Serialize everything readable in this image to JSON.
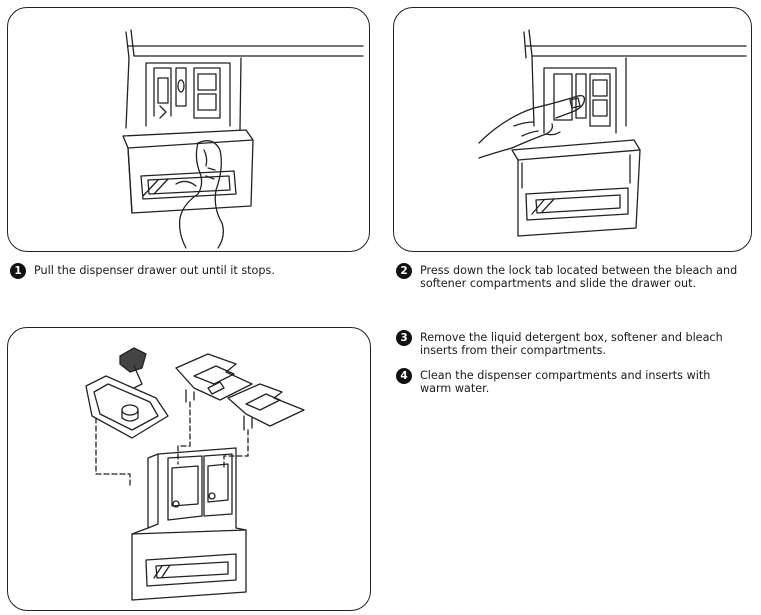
{
  "steps": [
    {
      "number": "1",
      "text": "Pull the dispenser drawer out until it stops."
    },
    {
      "number": "2",
      "text": "Press down the lock tab located between the bleach and softener compartments and slide the drawer out."
    },
    {
      "number": "3",
      "text": "Remove the liquid detergent box, softener and bleach inserts from their compartments."
    },
    {
      "number": "4",
      "text": "Clean the dispenser compartments and inserts with warm water."
    }
  ],
  "illustrations": [
    {
      "icon": "hand-pulling-drawer-illustration"
    },
    {
      "icon": "finger-pressing-lock-tab-illustration"
    },
    {
      "icon": "exploded-dispenser-inserts-illustration"
    }
  ]
}
